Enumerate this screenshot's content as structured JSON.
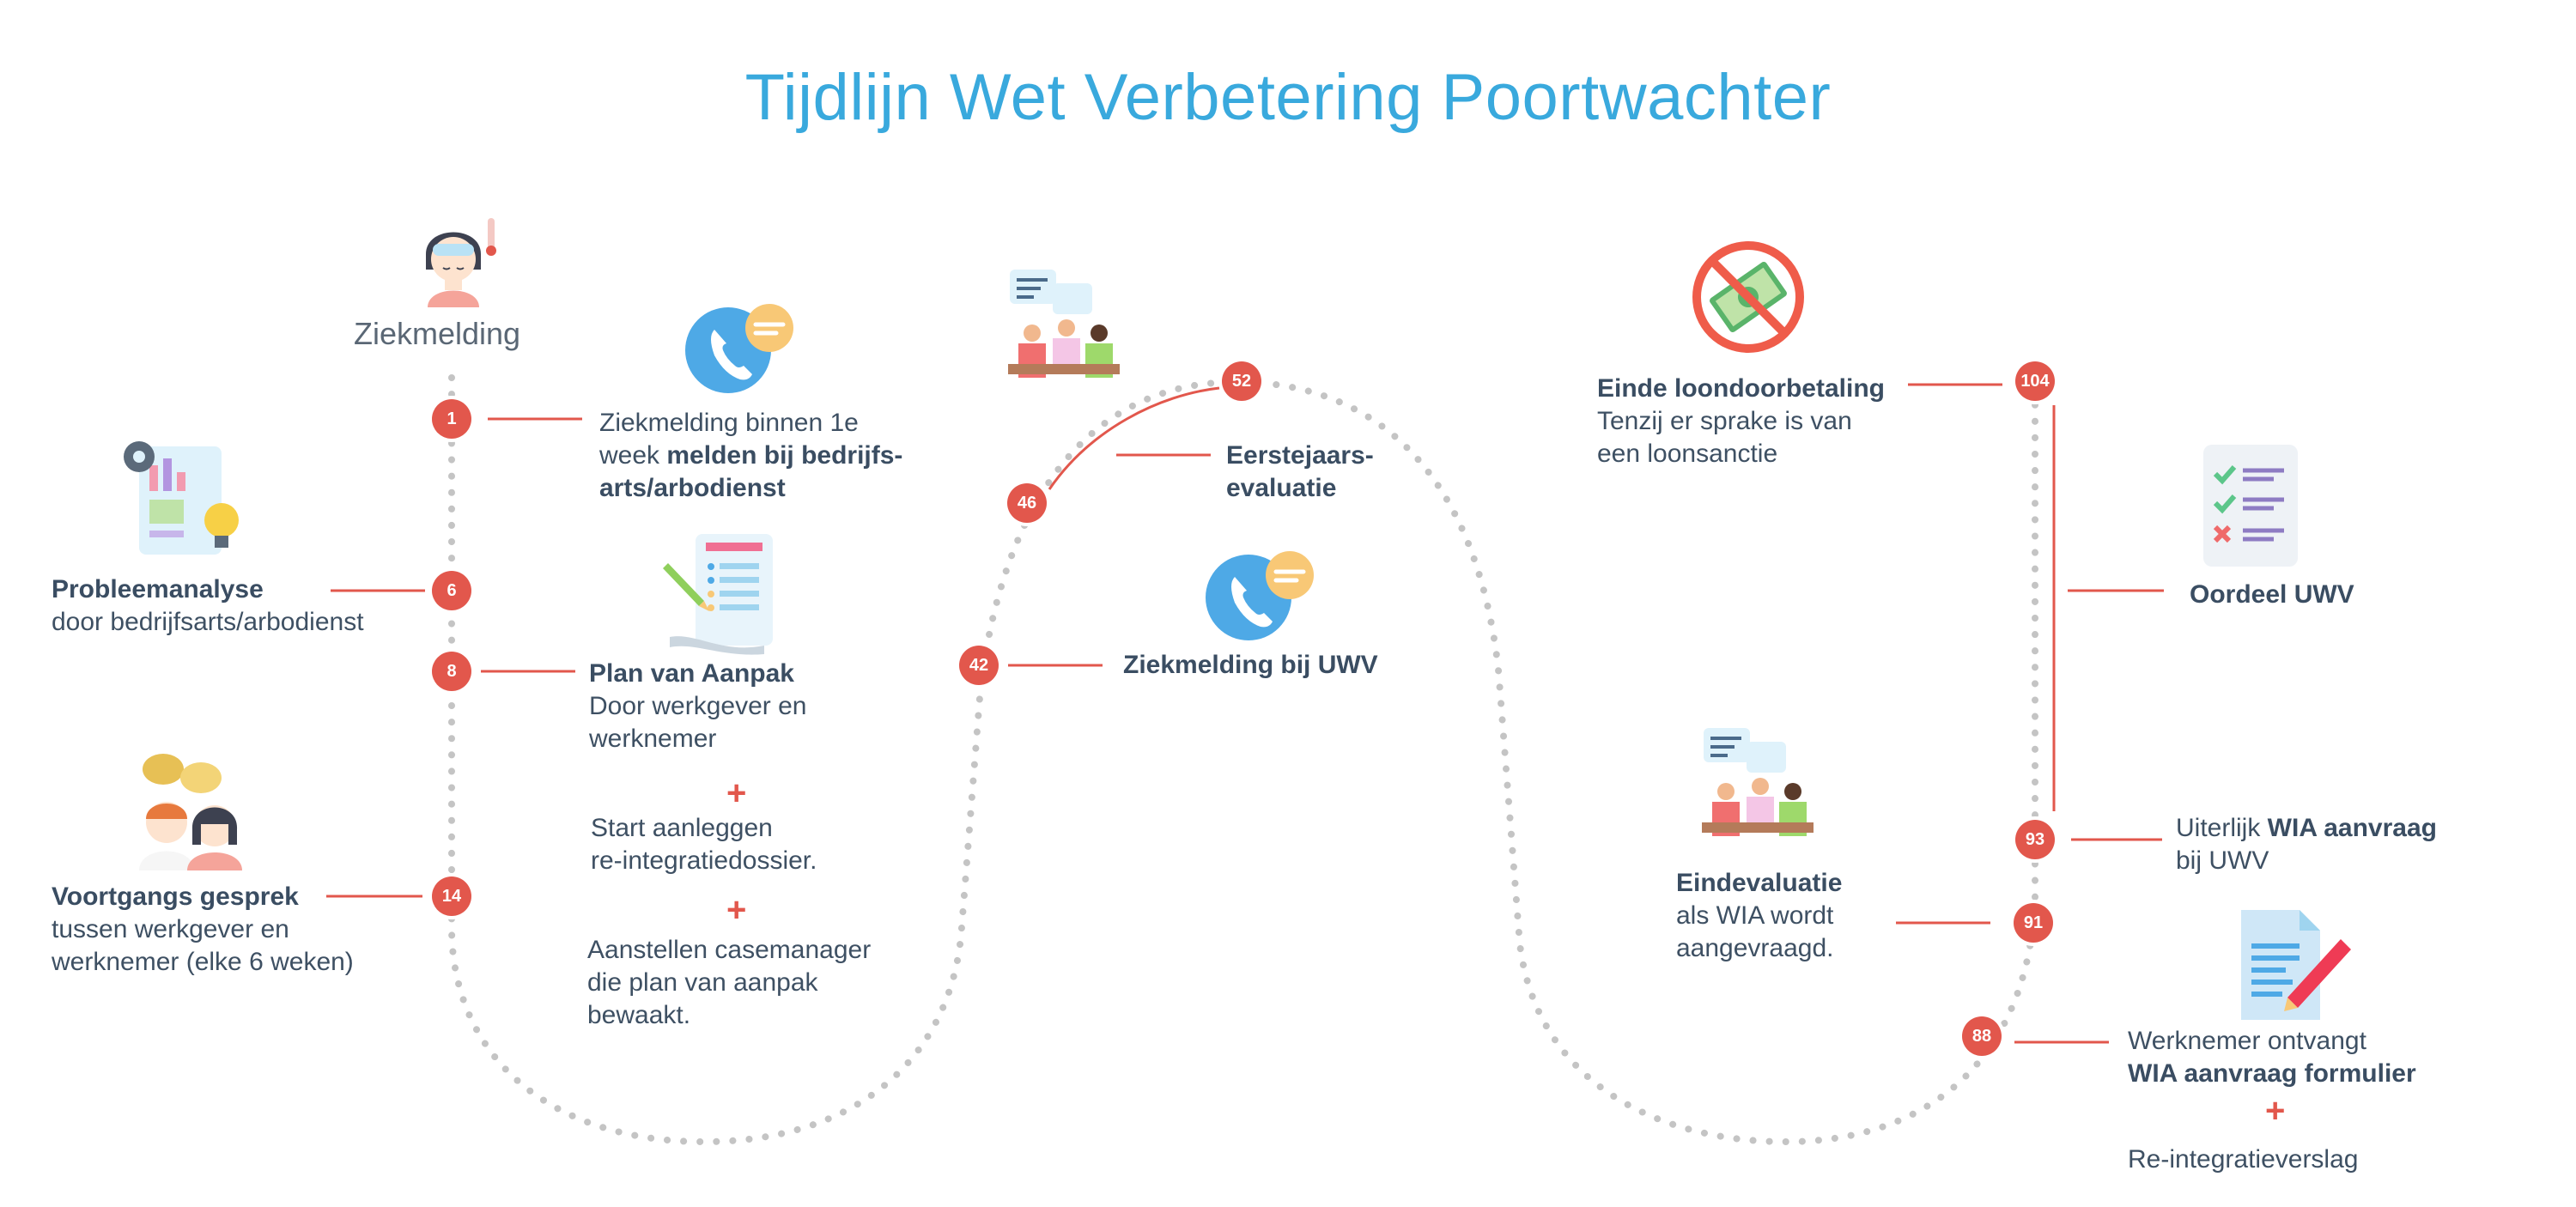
{
  "title": "Tijdlijn Wet Verbetering Poortwachter",
  "start_label": "Ziekmelding",
  "colors": {
    "accent_red": "#e2574c",
    "title_blue": "#39a9dd",
    "text": "#3e5063",
    "dots": "#c4c4c4"
  },
  "nodes": {
    "n1": "1",
    "n6": "6",
    "n8": "8",
    "n14": "14",
    "n42": "42",
    "n46": "46",
    "n52": "52",
    "n104": "104",
    "n93": "93",
    "n91": "91",
    "n88": "88"
  },
  "steps": {
    "week1": {
      "line1": "Ziekmelding binnen 1e",
      "line2_pre": "week ",
      "line2_bold": "melden bij bedrijfs-",
      "line3_bold": "arts/arbodienst"
    },
    "week6": {
      "bold": "Probleemanalyse",
      "text": "door bedrijfsarts/arbodienst"
    },
    "week8": {
      "bold": "Plan van Aanpak",
      "line1": "Door werkgever en",
      "line2": "werknemer",
      "extra1_line1": "Start aanleggen",
      "extra1_line2": "re-integratiedossier.",
      "extra2_line1": "Aanstellen casemanager",
      "extra2_line2": "die plan van aanpak",
      "extra2_line3": "bewaakt."
    },
    "week14": {
      "bold": "Voortgangs gesprek",
      "line1": "tussen werkgever en",
      "line2": "werknemer (elke 6 weken)"
    },
    "week42": {
      "bold": "Ziekmelding bij UWV"
    },
    "week52": {
      "bold_line1": "Eerstejaars-",
      "bold_line2": "evaluatie"
    },
    "week104": {
      "bold": "Einde loondoorbetaling",
      "line1": "Tenzij er sprake is van",
      "line2": "een loonsanctie"
    },
    "oordeel": {
      "bold": "Oordeel UWV"
    },
    "week93": {
      "pre": "Uiterlijk ",
      "bold": "WIA aanvraag",
      "line2": "bij UWV"
    },
    "week91": {
      "bold": "Eindevaluatie",
      "line1": "als WIA wordt",
      "line2": "aangevraagd."
    },
    "week88": {
      "line1": "Werknemer ontvangt",
      "bold": "WIA aanvraag formulier",
      "line3": "Re-integratieverslag"
    }
  },
  "plus_symbol": "+",
  "icons": [
    "sick-person-icon",
    "phone-call-icon",
    "problem-analysis-icon",
    "plan-document-icon",
    "conversation-icon",
    "meeting-icon",
    "phone-call-icon-2",
    "no-money-icon",
    "checklist-icon",
    "meeting-icon-2",
    "form-pen-icon"
  ]
}
